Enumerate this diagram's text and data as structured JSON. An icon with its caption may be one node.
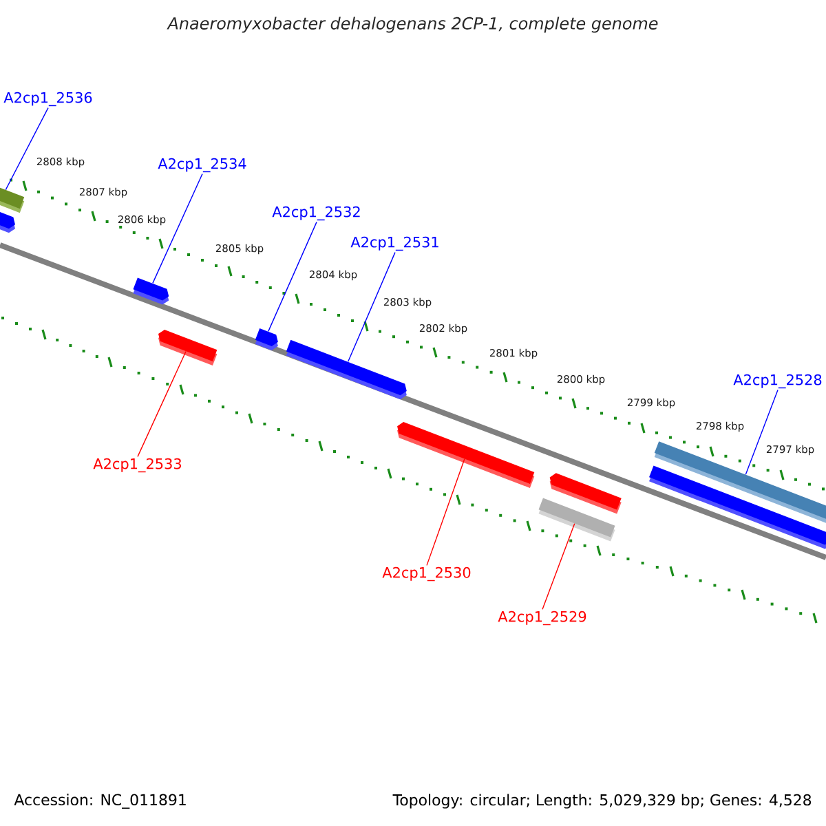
{
  "diagram": {
    "title": "Anaeromyxobacter dehalogenans 2CP-1, complete genome",
    "nodes": [
      {
        "text": [
          "A2cp1_2536"
        ]
      },
      {
        "text": [],
        "shape": "bar"
      },
      {
        "text": [
          "A2cp1_2534"
        ]
      },
      {
        "text": [],
        "shape": "arrow"
      },
      {
        "text": [
          "A2cp1_2532"
        ]
      },
      {
        "text": [],
        "shape": "arrow"
      },
      {
        "text": [
          "A2cp1_2531"
        ]
      },
      {
        "text": [],
        "shape": "arrow"
      },
      {
        "text": [
          "A2cp1_2528"
        ]
      },
      {
        "text": [],
        "shape": "bar"
      },
      {
        "text": [],
        "shape": "arrow"
      },
      {
        "text": [],
        "shape": "arrow"
      },
      {
        "text": [
          "A2cp1_2533"
        ]
      },
      {
        "text": [],
        "shape": "arrow"
      },
      {
        "text": [
          "A2cp1_2530"
        ]
      },
      {
        "text": [],
        "shape": "arrow"
      },
      {
        "text": [
          "A2cp1_2529"
        ]
      },
      {
        "text": [],
        "shape": "bar"
      },
      {
        "text": [],
        "shape": "arrow"
      }
    ],
    "edges": [
      {
        "from": 0,
        "to": 1,
        "arrow": "none"
      },
      {
        "from": 2,
        "to": 3,
        "arrow": "none"
      },
      {
        "from": 4,
        "to": 5,
        "arrow": "none"
      },
      {
        "from": 6,
        "to": 7,
        "arrow": "none"
      },
      {
        "from": 8,
        "to": 9,
        "arrow": "none"
      },
      {
        "from": 12,
        "to": 13,
        "arrow": "none",
        "color": "#ff0000"
      },
      {
        "from": 14,
        "to": 15,
        "arrow": "none",
        "color": "#ff0000"
      },
      {
        "from": 16,
        "to": 17,
        "arrow": "none",
        "color": "#ff0000"
      }
    ],
    "labels": [
      "2808 kbp",
      "2807 kbp",
      "2806 kbp",
      "2805 kbp",
      "2804 kbp",
      "2803 kbp",
      "2802 kbp",
      "2801 kbp",
      "2800 kbp",
      "2799 kbp",
      "2798 kbp",
      "2797 kbp",
      "Accession: NC_011891",
      "Topology: circular; Length: 5,029,329 bp; Genes: 4,528"
    ]
  }
}
